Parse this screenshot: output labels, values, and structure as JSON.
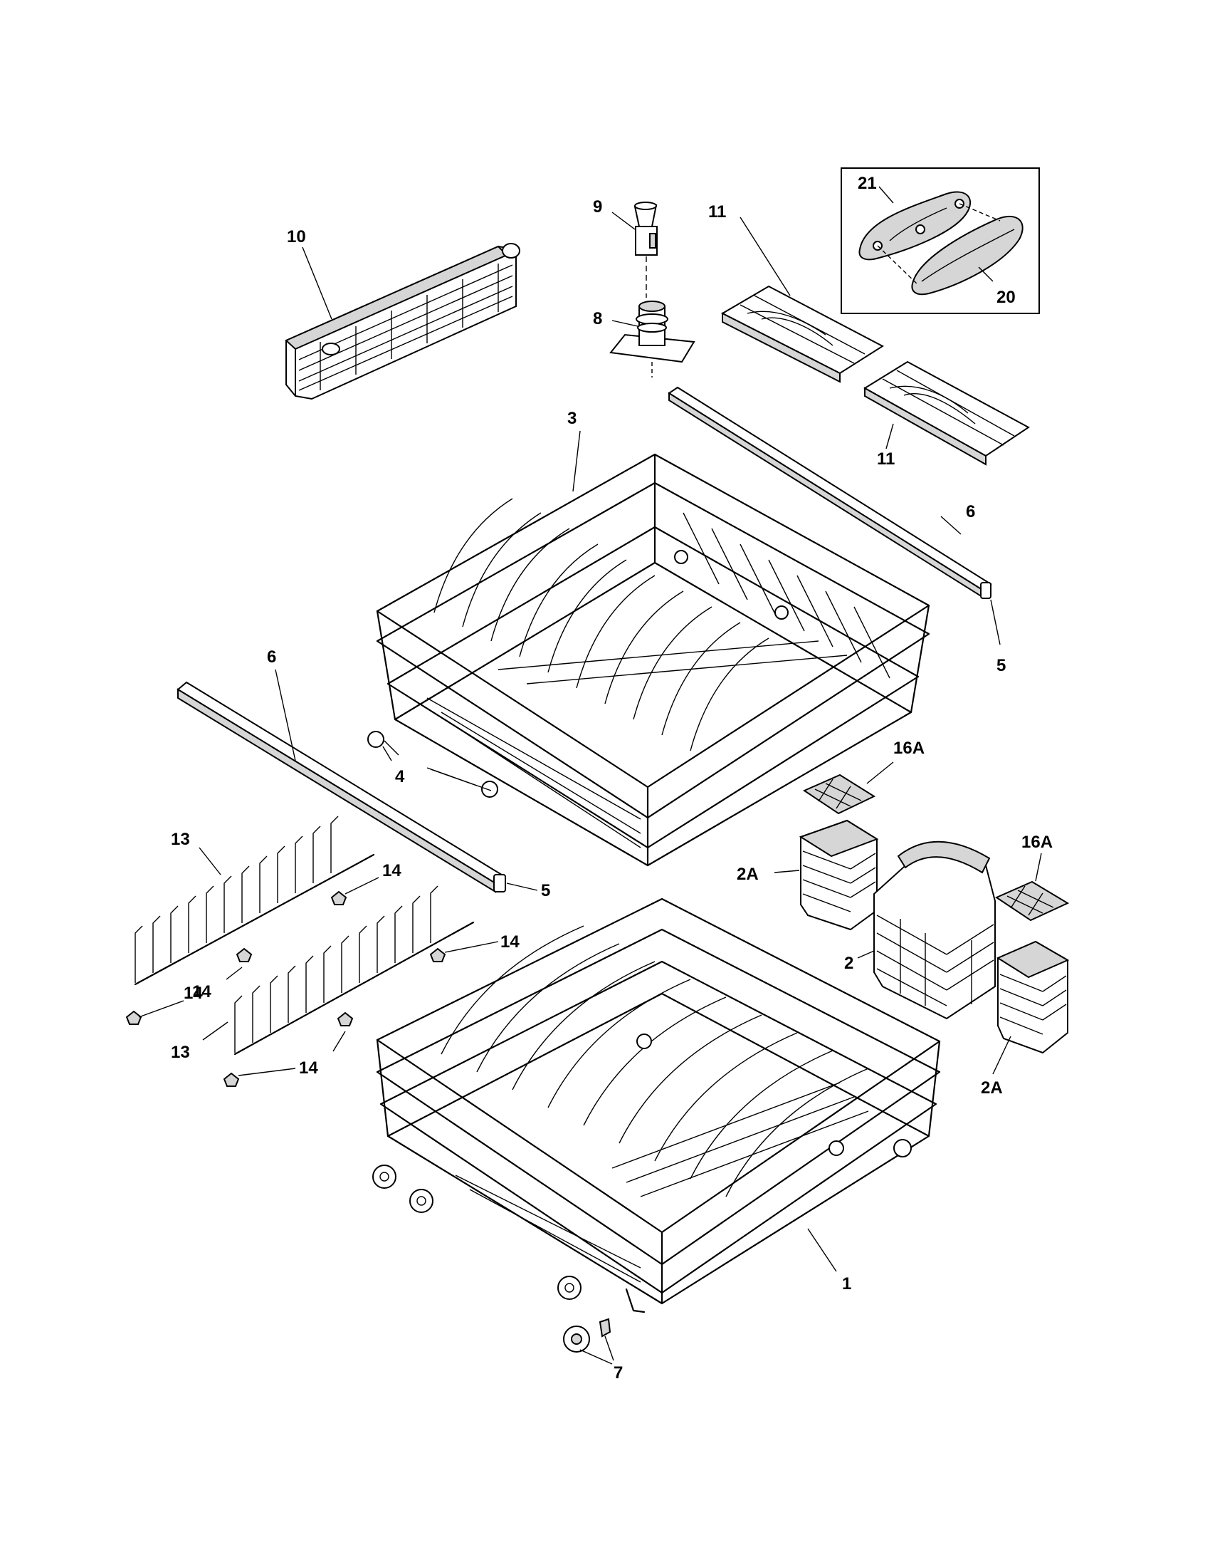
{
  "callouts": {
    "c1": "1",
    "c2": "2",
    "c2a_upper": "2A",
    "c2a_lower": "2A",
    "c3": "3",
    "c4": "4",
    "c5_right": "5",
    "c5_left": "5",
    "c6_right": "6",
    "c6_left": "6",
    "c7": "7",
    "c8": "8",
    "c9": "9",
    "c10": "10",
    "c11_top": "11",
    "c11_bottom": "11",
    "c13_upper": "13",
    "c13_lower": "13",
    "c14_a": "14",
    "c14_b": "14",
    "c14_c": "14",
    "c14_d": "14",
    "c14_e": "14",
    "c16a_upper": "16A",
    "c16a_lower": "16A",
    "c20": "20",
    "c21": "21"
  },
  "colors": {
    "line": "#000000",
    "background": "#ffffff",
    "fill": "#d6d6d6"
  }
}
